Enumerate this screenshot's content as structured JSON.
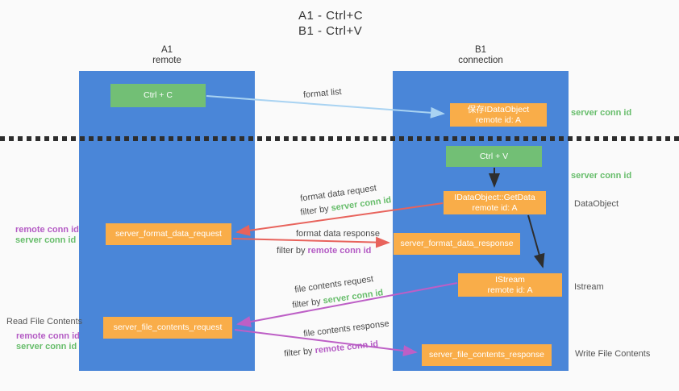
{
  "title": {
    "line1": "A1 - Ctrl+C",
    "line2": "B1 - Ctrl+V"
  },
  "columns": {
    "a": {
      "id": "A1",
      "role": "remote"
    },
    "b": {
      "id": "B1",
      "role": "connection"
    }
  },
  "boxes": {
    "ctrl_c": "Ctrl + C",
    "ctrl_v": "Ctrl + V",
    "save_idataobject": {
      "line1": "保存IDataObject",
      "line2": "remote id: A"
    },
    "getdata": {
      "line1": "IDataObject::GetData",
      "line2": "remote id: A"
    },
    "istream": {
      "line1": "IStream",
      "line2": "remote id: A"
    },
    "format_request": "server_format_data_request",
    "format_response": "server_format_data_response",
    "file_request": "server_file_contents_request",
    "file_response": "server_file_contents_response"
  },
  "edge_labels": {
    "format_list": "format list",
    "format_data_request": "format data request",
    "format_data_response": "format data response",
    "file_contents_request": "file contents request",
    "file_contents_response": "file contents response",
    "filter_by": "filter by ",
    "server_conn_id": "server conn id",
    "remote_conn_id": "remote conn id"
  },
  "side_labels": {
    "server_conn_id": "server conn id",
    "remote_conn_id": "remote conn id",
    "dataobject": "DataObject",
    "istream": "Istream",
    "read_file_contents": "Read File Contents",
    "write_file_contents": "Write File Contents"
  },
  "colors": {
    "lane_blue": "#4a86d8",
    "box_green": "#72bf75",
    "box_orange": "#f9ad49",
    "arrow_light_blue": "#a9d3f2",
    "arrow_red": "#e8635c",
    "arrow_magenta": "#bd5fc6",
    "arrow_black": "#2e2e2e",
    "text_green": "#67bd6b",
    "text_purple": "#b45bc4"
  }
}
